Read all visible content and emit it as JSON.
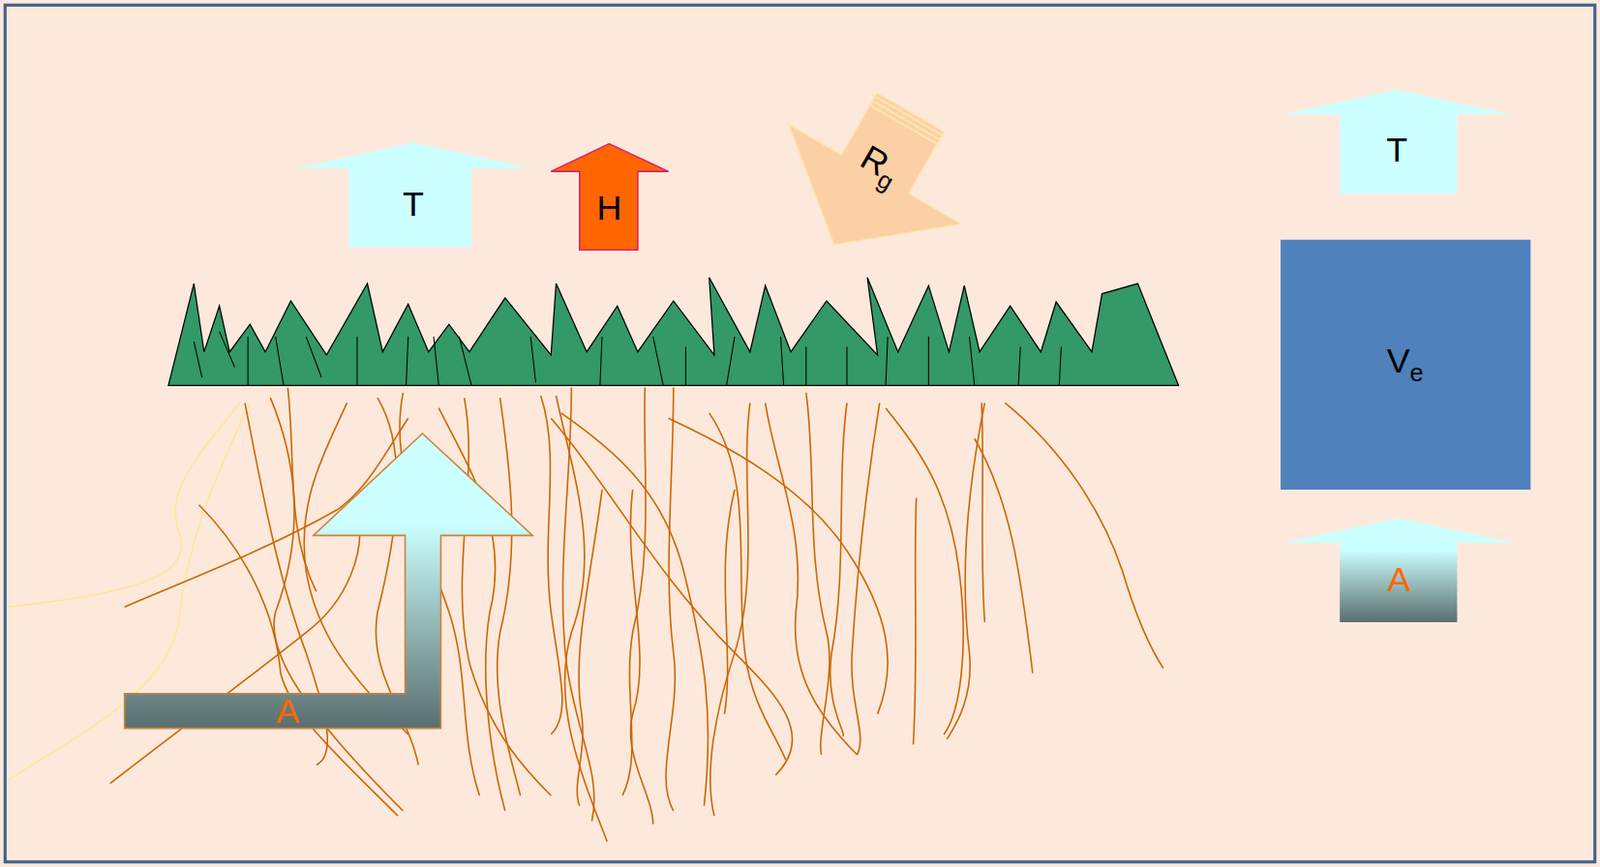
{
  "diagram": {
    "nodes": [
      {
        "text": [
          "T"
        ]
      },
      {
        "text": [
          "H"
        ]
      },
      {
        "text": [
          "R",
          "g"
        ]
      },
      {
        "text": [
          "T"
        ]
      },
      {
        "text": [
          "V",
          "e"
        ]
      },
      {
        "text": [
          "A"
        ]
      },
      {
        "text": [
          "A"
        ]
      }
    ]
  }
}
